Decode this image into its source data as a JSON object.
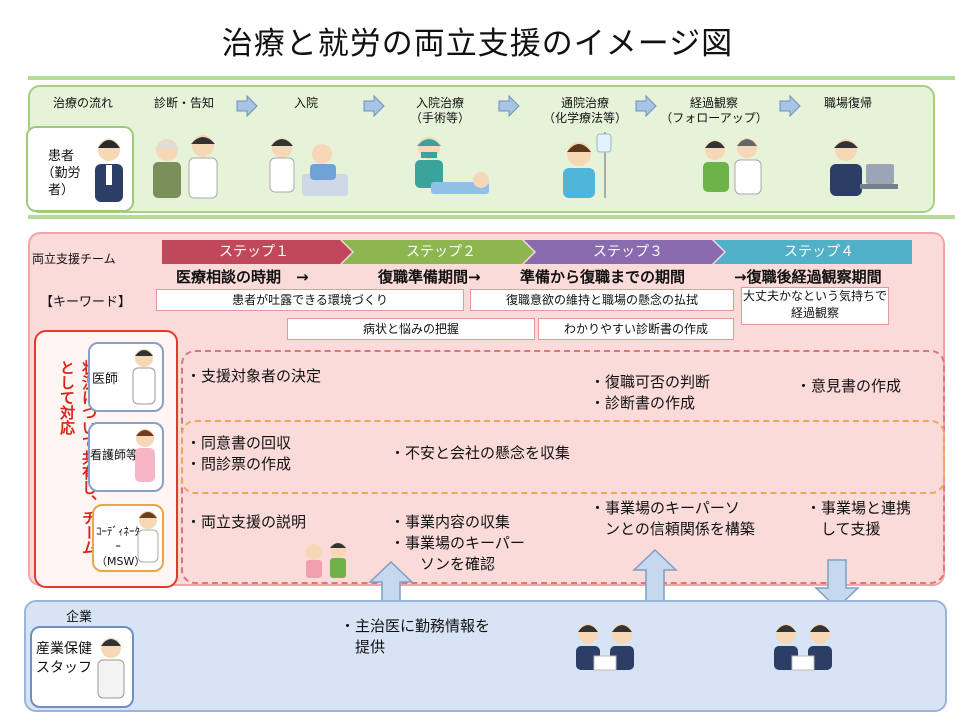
{
  "title": "治療と就労の両立支援のイメージ図",
  "flow": {
    "label": "治療の流れ",
    "patient": "患者\n（勤労者）",
    "stages": [
      "診断・告知",
      "入院",
      "入院治療\n（手術等）",
      "通院治療\n（化学療法等）",
      "経過観察\n（フォローアップ）",
      "職場復帰"
    ]
  },
  "team": {
    "label": "両立支援チーム",
    "steps": [
      "ステップ１",
      "ステップ２",
      "ステップ３",
      "ステップ４"
    ],
    "step_colors": [
      "#c0485a",
      "#8db650",
      "#8a6bb0",
      "#4fb0c8"
    ],
    "periods": [
      "医療相談の時期　→",
      "復職準備期間→",
      "準備から復職までの期間",
      "→復職後経過観察期間"
    ],
    "keyword_label": "【キーワード】",
    "keywords": [
      "患者が吐露できる環境づくり",
      "復職意欲の維持と職場の懸念の払拭",
      "大丈夫かなという気持ちで経過観察",
      "病状と悩みの把握",
      "わかりやすい診断書の作成"
    ],
    "shared_text": "状況について共有し、チームとして対応",
    "roles": [
      "医師",
      "看護師等",
      "ｺｰﾃﾞｨﾈｰﾀｰ\n（MSW）"
    ],
    "doctor_row": [
      "・支援対象者の決定",
      "・復職可否の判断\n・診断書の作成",
      "・意見書の作成"
    ],
    "nurse_row": [
      "・同意書の回収\n・問診票の作成",
      "・不安と会社の懸念を収集"
    ],
    "msw_row": [
      "・両立支援の説明",
      "・事業内容の収集\n・事業場のキーパー\n　　ソンを確認",
      "・事業場のキーパーソ\n　ンとの信頼関係を構築",
      "・事業場と連携\n　して支援"
    ]
  },
  "corp": {
    "label": "企業",
    "staff": "産業保健\nスタッフ",
    "info": "・主治医に勤務情報を\n　提供"
  }
}
